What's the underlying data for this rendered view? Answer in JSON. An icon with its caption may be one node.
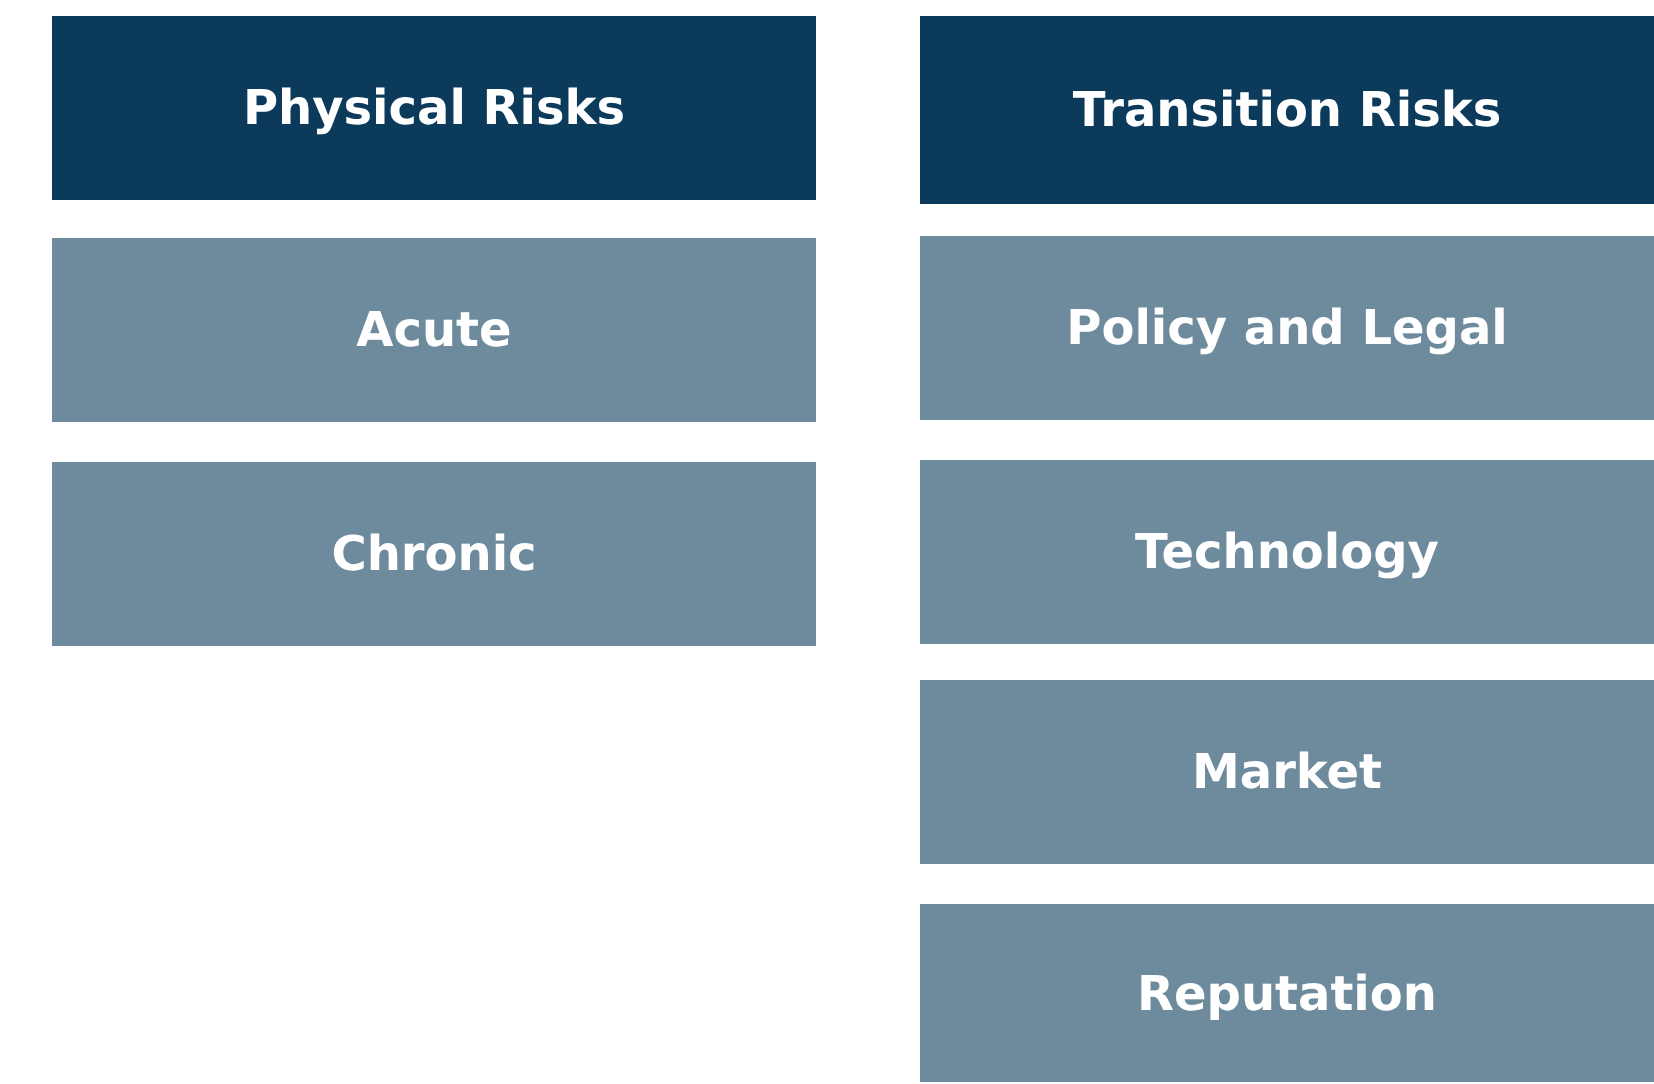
{
  "diagram": {
    "nodes": [
      {
        "text": [
          "Physical Risks"
        ]
      },
      {
        "text": [
          "Acute"
        ]
      },
      {
        "text": [
          "Chronic"
        ]
      },
      {
        "text": [
          "Transition Risks"
        ]
      },
      {
        "text": [
          "Policy and Legal"
        ]
      },
      {
        "text": [
          "Technology"
        ]
      },
      {
        "text": [
          "Market"
        ]
      },
      {
        "text": [
          "Reputation"
        ]
      }
    ]
  }
}
